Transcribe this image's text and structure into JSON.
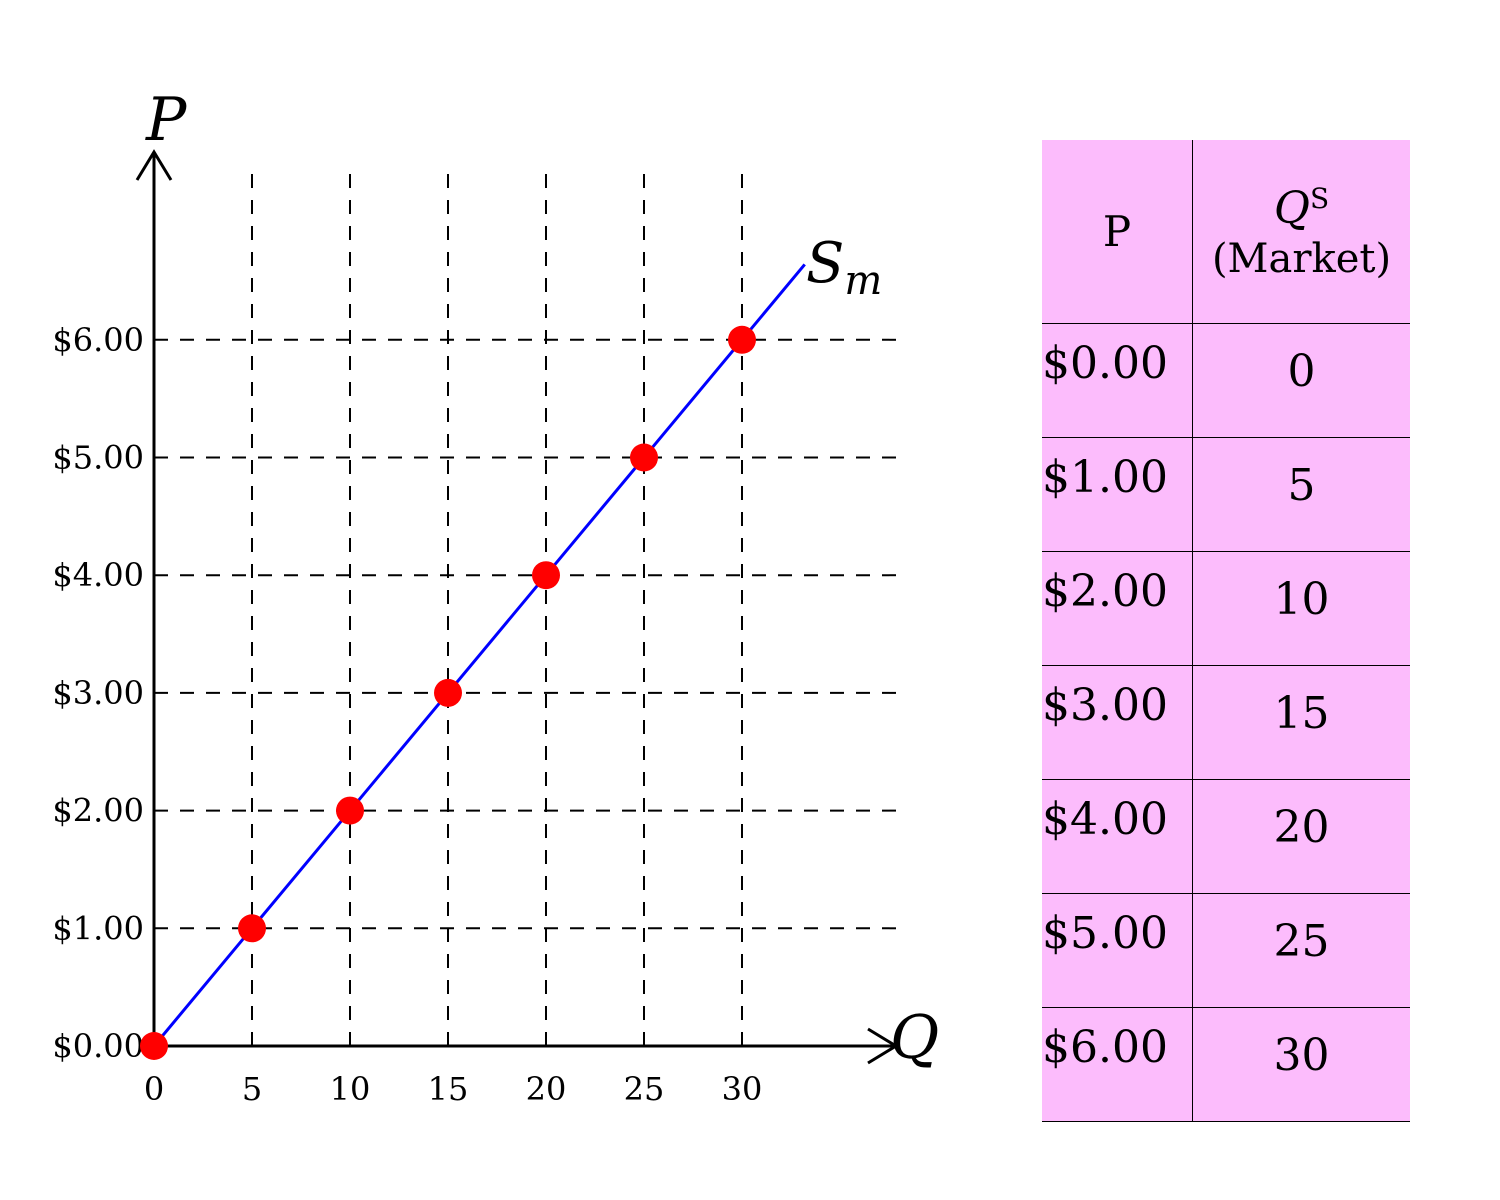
{
  "chart_data": {
    "type": "line",
    "x_axis_label": "Q",
    "y_axis_label": "P",
    "x_ticks": [
      "0",
      "5",
      "10",
      "15",
      "20",
      "25",
      "30"
    ],
    "y_ticks": [
      "$0.00",
      "$1.00",
      "$2.00",
      "$3.00",
      "$4.00",
      "$5.00",
      "$6.00"
    ],
    "xlim": [
      0,
      38
    ],
    "ylim": [
      0,
      7.8
    ],
    "grid": true,
    "series": [
      {
        "name": "S",
        "name_subscript": "m",
        "color": "#0000ff",
        "line": {
          "x": [
            0,
            33.2
          ],
          "y": [
            0,
            6.64
          ]
        },
        "points": [
          {
            "x": 0,
            "y": 0
          },
          {
            "x": 5,
            "y": 1
          },
          {
            "x": 10,
            "y": 2
          },
          {
            "x": 15,
            "y": 3
          },
          {
            "x": 20,
            "y": 4
          },
          {
            "x": 25,
            "y": 5
          },
          {
            "x": 30,
            "y": 6
          }
        ],
        "point_color": "#ff0000"
      }
    ]
  },
  "table": {
    "header_p": "P",
    "header_q_symbol": "Q",
    "header_q_superscript": "S",
    "header_q_sub": "(Market)",
    "background": "#fcbcfc",
    "rows": [
      {
        "p": "$0.00",
        "q": "0"
      },
      {
        "p": "$1.00",
        "q": "5"
      },
      {
        "p": "$2.00",
        "q": "10"
      },
      {
        "p": "$3.00",
        "q": "15"
      },
      {
        "p": "$4.00",
        "q": "20"
      },
      {
        "p": "$5.00",
        "q": "25"
      },
      {
        "p": "$6.00",
        "q": "30"
      }
    ]
  }
}
